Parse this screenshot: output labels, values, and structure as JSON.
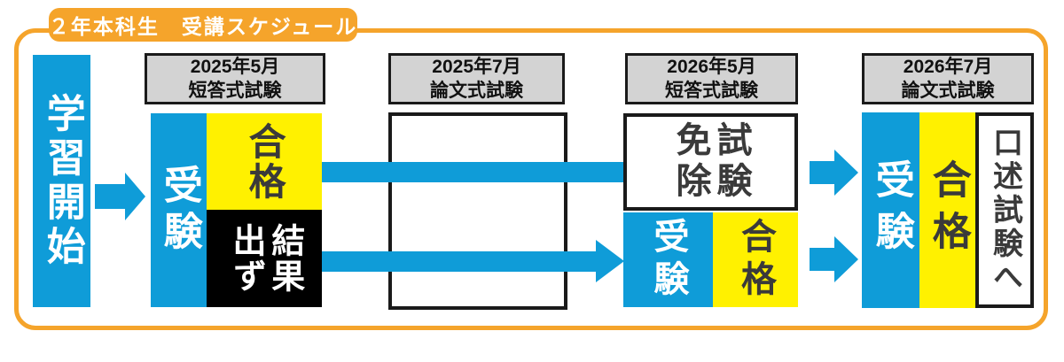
{
  "title": "２年本科生　受講スケジュール",
  "flow": {
    "start": "学習開始",
    "columns": [
      {
        "header": "2025年5月\n短答式試験",
        "take": "受験",
        "pass": "合格",
        "no_result": "結果\n出ず"
      },
      {
        "header": "2025年7月\n論文式試験"
      },
      {
        "header": "2026年5月\n短答式試験",
        "exempt": "試験\n免除",
        "take": "受験",
        "pass": "合格"
      },
      {
        "header": "2026年7月\n論文式試験",
        "take": "受験",
        "pass": "合格",
        "oral": "口述試験へ"
      }
    ]
  },
  "colors": {
    "blue": "#0F9CD8",
    "yellow": "#FFF100",
    "orange": "#F5A42B",
    "header_bg": "#D3D3D3",
    "box_border": "#1A1A1A",
    "black_box": "#000000",
    "dark_text": "#3A3A3A"
  }
}
